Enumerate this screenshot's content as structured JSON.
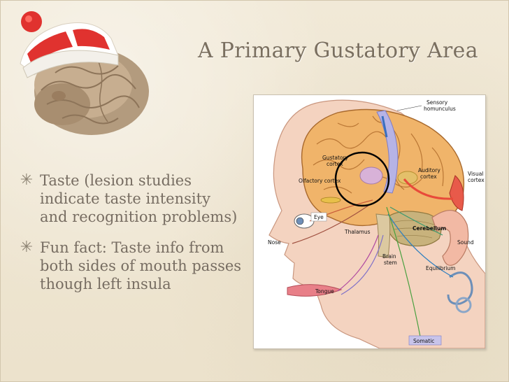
{
  "slide": {
    "title": "A Primary Gustatory Area",
    "bullets": [
      "Taste (lesion studies indicate taste intensity and recognition problems)",
      "Fun fact: Taste info from both sides of mouth passes though left insula"
    ]
  },
  "figure": {
    "labels": {
      "sensory": "Sensory",
      "homunculus": "homunculus",
      "gustatory1": "Gustatory",
      "gustatory2": "cortex",
      "auditory1": "Auditory",
      "auditory2": "cortex",
      "visual1": "Visual",
      "visual2": "cortex",
      "olfactory": "Olfactory cortex",
      "eye": "Eye",
      "thalamus": "Thalamus",
      "cerebellum": "Cerebellum",
      "nose": "Nose",
      "sound": "Sound",
      "brainstem1": "Brain",
      "brainstem2": "stem",
      "equilibrium": "Equilibrium",
      "tongue": "Tongue",
      "somatic": "Somatic"
    }
  },
  "colors": {
    "title": "#7a6f5f",
    "text": "#776d62",
    "background": "#efe6d3"
  }
}
